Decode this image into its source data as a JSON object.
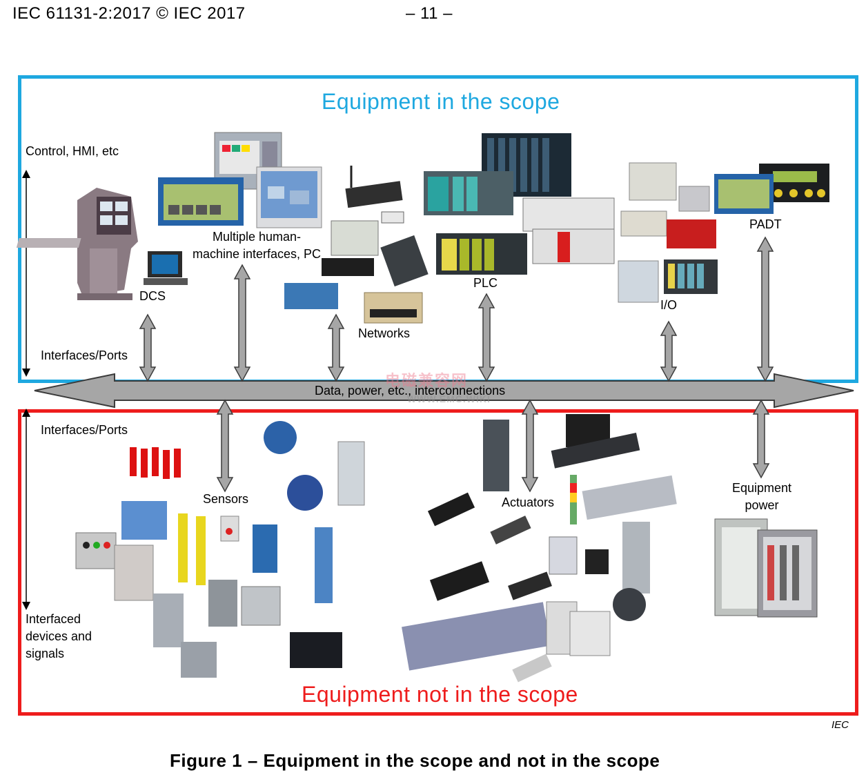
{
  "header": {
    "left": "IEC 61131-2:2017 © IEC 2017",
    "center": "– 11 –"
  },
  "diagram": {
    "in_scope_title": "Equipment in the scope",
    "not_in_scope_title": "Equipment not in the scope",
    "bus_label": "Data, power, etc., interconnections",
    "left_labels": {
      "control": "Control, HMI, etc",
      "ports_top": "Interfaces/Ports",
      "ports_bottom": "Interfaces/Ports",
      "interfaced_1": "Interfaced",
      "interfaced_2": "devices and",
      "interfaced_3": "signals"
    },
    "equipment_labels": {
      "dcs": "DCS",
      "hmi_1": "Multiple human-",
      "hmi_2": "machine interfaces, PC",
      "networks": "Networks",
      "plc": "PLC",
      "io": "I/O",
      "padt": "PADT",
      "sensors": "Sensors",
      "actuators": "Actuators",
      "power_1": "Equipment",
      "power_2": "power"
    },
    "watermark_1": "电磁兼容网",
    "watermark_2": "WWW.EMC.WIKI",
    "source_tag": "IEC"
  },
  "caption": "Figure 1 – Equipment in the scope and not in the scope",
  "colors": {
    "in_scope": "#1ea8e0",
    "not_in_scope": "#ee1c1c",
    "arrow_fill": "#a6a6a6",
    "arrow_stroke": "#3c3c3c"
  }
}
